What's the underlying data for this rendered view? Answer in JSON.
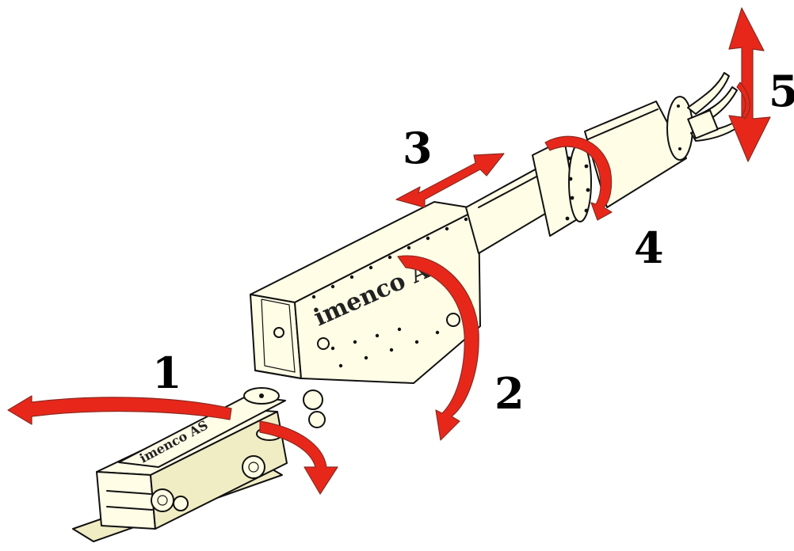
{
  "diagram": {
    "labels": {
      "one": "1",
      "two": "2",
      "three": "3",
      "four": "4",
      "five": "5"
    },
    "brand_large": "imenco A",
    "brand_small": "imenco AS",
    "colors": {
      "arrow": "#e8271b",
      "arrow_outline": "#8a2a20",
      "body": "#fffde6",
      "body_shade": "#f0ecc4",
      "outline": "#111111",
      "background": "#ffffff"
    }
  }
}
